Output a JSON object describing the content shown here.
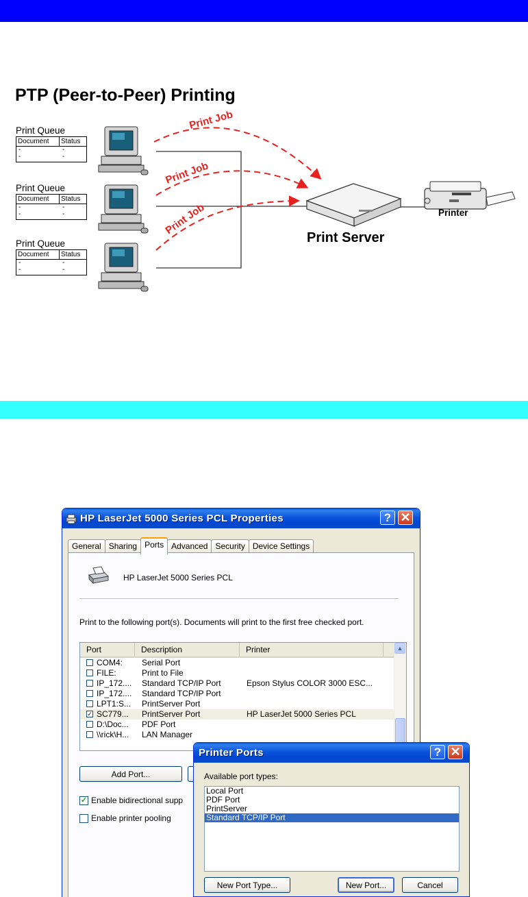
{
  "diagram": {
    "title": "PTP (Peer-to-Peer) Printing",
    "queues": [
      {
        "label": "Print Queue",
        "col1": "Document",
        "col2": "Status",
        "rows": [
          [
            "-",
            "-"
          ],
          [
            "-",
            "-"
          ]
        ]
      },
      {
        "label": "Print Queue",
        "col1": "Document",
        "col2": "Status",
        "rows": [
          [
            "-",
            "-"
          ],
          [
            "-",
            "-"
          ]
        ]
      },
      {
        "label": "Print Queue",
        "col1": "Document",
        "col2": "Status",
        "rows": [
          [
            "-",
            "-"
          ],
          [
            "-",
            "-"
          ]
        ]
      }
    ],
    "job_labels": [
      "Print Job",
      "Print Job",
      "Print Job"
    ],
    "server_caption": "Print Server",
    "printer_caption": "Printer",
    "arrow_color": "#e8211f"
  },
  "properties_window": {
    "title": "HP LaserJet 5000 Series PCL Properties",
    "tabs": [
      "General",
      "Sharing",
      "Ports",
      "Advanced",
      "Security",
      "Device Settings"
    ],
    "active_tab": "Ports",
    "printer_name": "HP LaserJet 5000 Series PCL",
    "description": "Print to the following port(s). Documents will print to the first free checked port.",
    "columns": [
      "Port",
      "Description",
      "Printer"
    ],
    "ports": [
      {
        "port": "COM4:",
        "desc": "Serial Port",
        "printer": "",
        "checked": false
      },
      {
        "port": "FILE:",
        "desc": "Print to File",
        "printer": "",
        "checked": false
      },
      {
        "port": "IP_172....",
        "desc": "Standard TCP/IP Port",
        "printer": "Epson Stylus COLOR 3000 ESC...",
        "checked": false
      },
      {
        "port": "IP_172....",
        "desc": "Standard TCP/IP Port",
        "printer": "",
        "checked": false
      },
      {
        "port": "LPT1:S...",
        "desc": "PrintServer Port",
        "printer": "",
        "checked": false
      },
      {
        "port": "SC779...",
        "desc": "PrintServer Port",
        "printer": "HP LaserJet 5000 Series PCL",
        "checked": true
      },
      {
        "port": "D:\\Doc...",
        "desc": "PDF Port",
        "printer": "",
        "checked": false
      },
      {
        "port": "\\\\rick\\H...",
        "desc": "LAN Manager",
        "printer": "",
        "checked": false
      }
    ],
    "add_port_label": "Add Port...",
    "bidirectional_label": "Enable bidirectional supp",
    "bidirectional_checked": true,
    "pooling_label": "Enable printer pooling",
    "pooling_checked": false
  },
  "ports_dialog": {
    "title": "Printer Ports",
    "available_label": "Available port types:",
    "types": [
      "Local Port",
      "PDF Port",
      "PrintServer",
      "Standard TCP/IP Port"
    ],
    "selected_type": "Standard TCP/IP Port",
    "new_port_type_label": "New Port Type...",
    "new_port_label": "New Port...",
    "cancel_label": "Cancel"
  },
  "colors": {
    "top_band": "#0000ff",
    "mid_band": "#33ffff",
    "xp_title": "#0054e3",
    "selection": "#316ac5"
  }
}
